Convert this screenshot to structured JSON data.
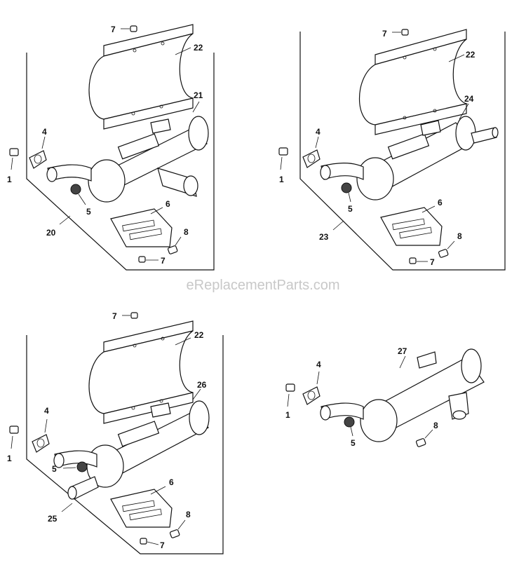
{
  "watermark": "eReplacementParts.com",
  "groups": [
    {
      "id": "top-left",
      "labels": {
        "bolt_top": "7",
        "shield": "22",
        "muffler": "21",
        "gasket": "4",
        "stud": "1",
        "nut": "5",
        "bracket": "6",
        "assembly": "20",
        "screw": "8",
        "bolt_bottom": "7"
      }
    },
    {
      "id": "top-right",
      "labels": {
        "bolt_top": "7",
        "shield": "22",
        "muffler": "24",
        "gasket": "4",
        "stud": "1",
        "nut": "5",
        "bracket": "6",
        "assembly": "23",
        "screw": "8",
        "bolt_bottom": "7"
      }
    },
    {
      "id": "bottom-left",
      "labels": {
        "bolt_top": "7",
        "shield": "22",
        "muffler": "26",
        "gasket": "4",
        "stud": "1",
        "nut": "5",
        "bracket": "6",
        "assembly": "25",
        "screw": "8",
        "bolt_bottom": "7"
      }
    },
    {
      "id": "bottom-right",
      "labels": {
        "muffler": "27",
        "gasket": "4",
        "stud": "1",
        "nut": "5",
        "screw": "8"
      }
    }
  ]
}
